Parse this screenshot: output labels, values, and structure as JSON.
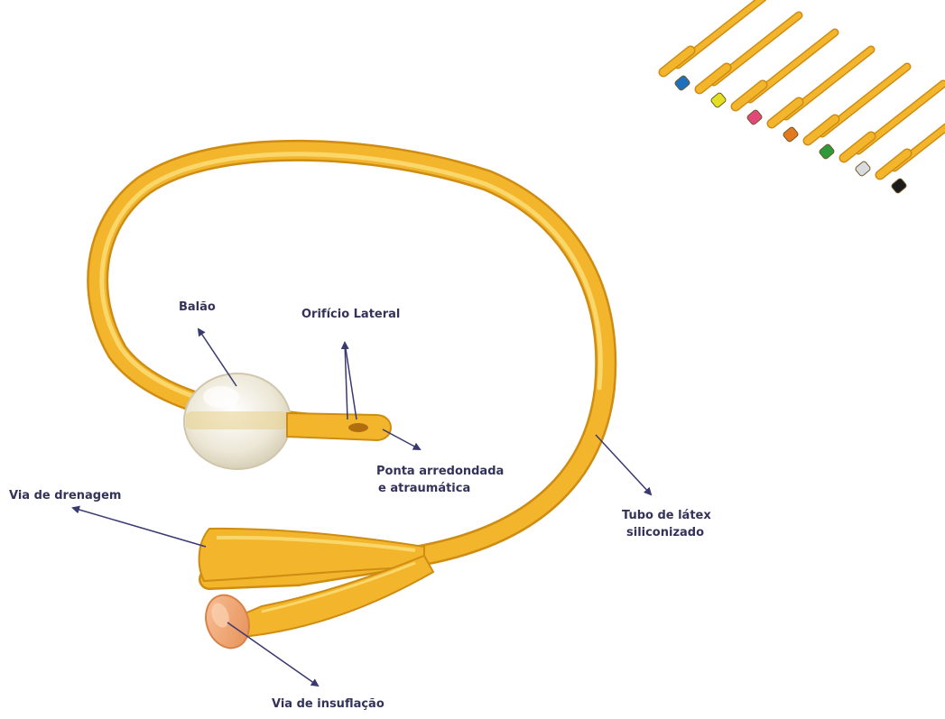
{
  "labels": {
    "balao": "Balão",
    "orificio_lateral": "Orifício Lateral",
    "ponta_line1": "Ponta arredondada",
    "ponta_line2": "e atraumática",
    "via_drenagem": "Via de drenagem",
    "tubo_line1": "Tubo de látex",
    "tubo_line2": "siliconizado",
    "via_insuflacao": "Via de insuflação"
  },
  "colors": {
    "latex": "#f2b52c",
    "latex_highlight": "#fbe07a",
    "latex_shadow": "#cf8c12",
    "balloon": "#ece7d6",
    "valve": "#f1a774",
    "arrow": "#3a3a72",
    "label_text": "#33335a"
  },
  "thumbnail": {
    "catheter_count": 7,
    "color_bands": [
      {
        "name": "blue-band",
        "color": "#1f6fbf"
      },
      {
        "name": "yellow-band",
        "color": "#e3e021"
      },
      {
        "name": "pink-band",
        "color": "#e2477a"
      },
      {
        "name": "orange-band",
        "color": "#e3781c"
      },
      {
        "name": "green-band",
        "color": "#2f9a3a"
      },
      {
        "name": "white-band",
        "color": "#d9dcdf"
      },
      {
        "name": "black-band",
        "color": "#1b1b1b"
      }
    ]
  }
}
